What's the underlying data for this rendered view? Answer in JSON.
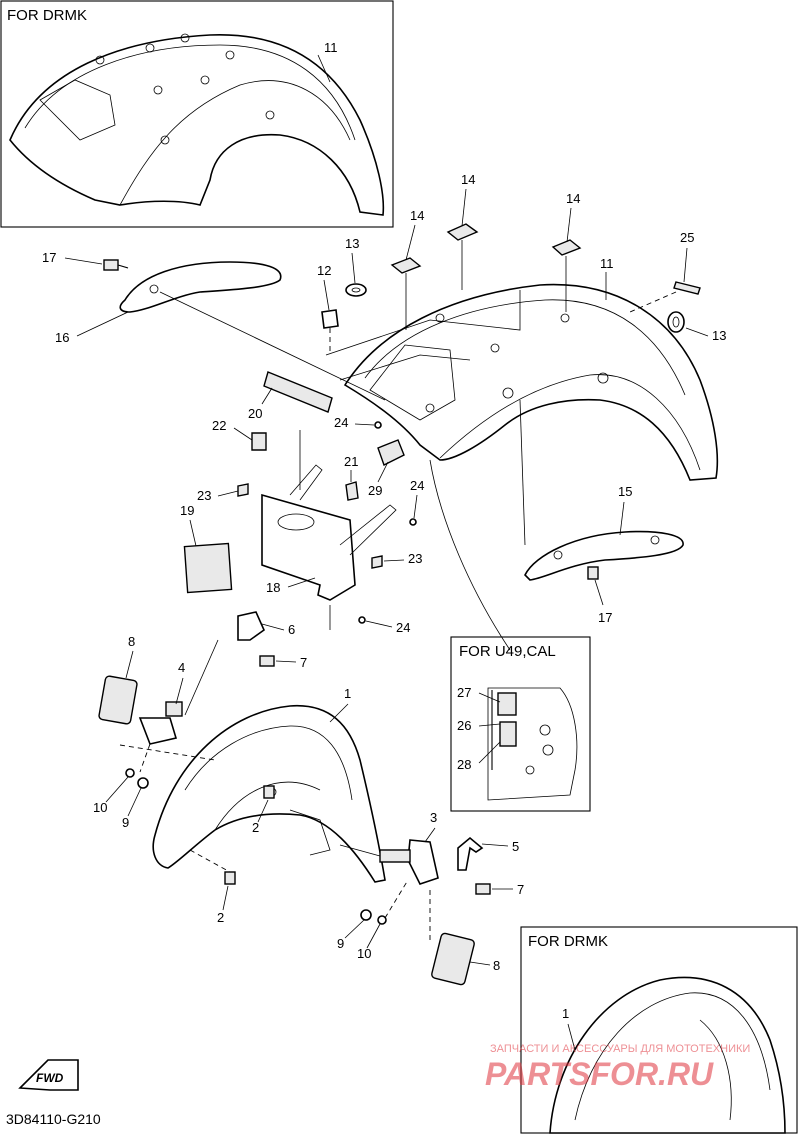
{
  "insets": {
    "top_left_title": "FOR DRMK",
    "middle_right_title": "FOR U49,CAL",
    "bottom_right_title": "FOR DRMK"
  },
  "callouts": {
    "c1": "1",
    "c2a": "2",
    "c2b": "2",
    "c3": "3",
    "c4": "4",
    "c5": "5",
    "c6": "6",
    "c7a": "7",
    "c7b": "7",
    "c8a": "8",
    "c8b": "8",
    "c9a": "9",
    "c9b": "9",
    "c10a": "10",
    "c10b": "10",
    "c11a": "11",
    "c11b": "11",
    "c12": "12",
    "c13a": "13",
    "c13b": "13",
    "c14a": "14",
    "c14b": "14",
    "c14c": "14",
    "c15": "15",
    "c16": "16",
    "c17a": "17",
    "c17b": "17",
    "c18": "18",
    "c19": "19",
    "c20": "20",
    "c21": "21",
    "c22": "22",
    "c23a": "23",
    "c23b": "23",
    "c24a": "24",
    "c24b": "24",
    "c24c": "24",
    "c25": "25",
    "c26": "26",
    "c27": "27",
    "c28": "28",
    "c29": "29",
    "c1b": "1"
  },
  "footer": {
    "fwd_label": "FWD",
    "diagram_code": "3D84110-G210"
  },
  "watermark": {
    "tagline": "ЗАПЧАСТИ И АКСЕССУАРЫ ДЛЯ МОТОТЕХНИКИ",
    "brand": "PARTSFOR.RU",
    "brand_color": "#e0343d"
  }
}
